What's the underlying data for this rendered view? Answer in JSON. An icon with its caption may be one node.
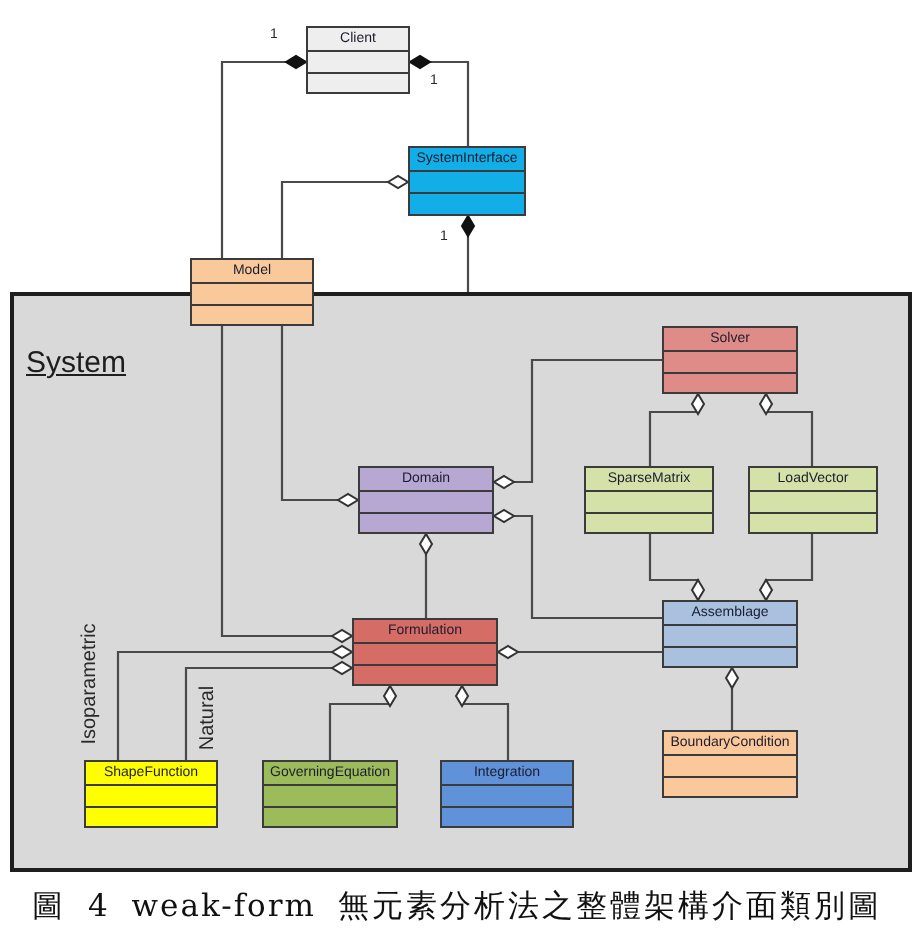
{
  "diagram": {
    "caption": "圖 4 weak-form 無元素分析法之整體架構介面類別圖",
    "nodes": [
      {
        "text": [
          "Client"
        ]
      },
      {
        "text": [
          "SystemInterface"
        ]
      },
      {
        "text": [
          "Model"
        ]
      },
      {
        "text": [
          "System"
        ]
      },
      {
        "text": [
          "Solver"
        ],
        "in": 3
      },
      {
        "text": [
          "Domain"
        ],
        "in": 3
      },
      {
        "text": [
          "SparseMatrix"
        ],
        "in": 3
      },
      {
        "text": [
          "LoadVector"
        ],
        "in": 3
      },
      {
        "text": [
          "Assemblage"
        ],
        "in": 3
      },
      {
        "text": [
          "Formulation"
        ],
        "in": 3
      },
      {
        "text": [
          "BoundaryCondition"
        ],
        "in": 3
      },
      {
        "text": [
          "ShapeFunction"
        ],
        "in": 3
      },
      {
        "text": [
          "GoverningEquation"
        ],
        "in": 3
      },
      {
        "text": [
          "Integration"
        ],
        "in": 3
      }
    ],
    "edges": [
      {
        "from": 2,
        "to": 0,
        "arrow": "other",
        "label": "1"
      },
      {
        "from": 1,
        "to": 0,
        "arrow": "other",
        "label": "1"
      },
      {
        "from": 2,
        "to": 1,
        "arrow": "other"
      },
      {
        "from": 3,
        "to": 1,
        "arrow": "other",
        "label": "1"
      },
      {
        "from": 2,
        "to": 5,
        "arrow": "other"
      },
      {
        "from": 2,
        "to": 9,
        "arrow": "other"
      },
      {
        "from": 4,
        "to": 5,
        "arrow": "other"
      },
      {
        "from": 8,
        "to": 5,
        "arrow": "other"
      },
      {
        "from": 6,
        "to": 4,
        "arrow": "other"
      },
      {
        "from": 7,
        "to": 4,
        "arrow": "other"
      },
      {
        "from": 6,
        "to": 8,
        "arrow": "other"
      },
      {
        "from": 7,
        "to": 8,
        "arrow": "other"
      },
      {
        "from": 9,
        "to": 5,
        "arrow": "other"
      },
      {
        "from": 8,
        "to": 9,
        "arrow": "other"
      },
      {
        "from": 11,
        "to": 9,
        "arrow": "other",
        "label": "Isoparametric"
      },
      {
        "from": 11,
        "to": 9,
        "arrow": "other",
        "label": "Natural"
      },
      {
        "from": 12,
        "to": 9,
        "arrow": "other"
      },
      {
        "from": 13,
        "to": 9,
        "arrow": "other"
      },
      {
        "from": 10,
        "to": 8,
        "arrow": "other"
      }
    ]
  }
}
